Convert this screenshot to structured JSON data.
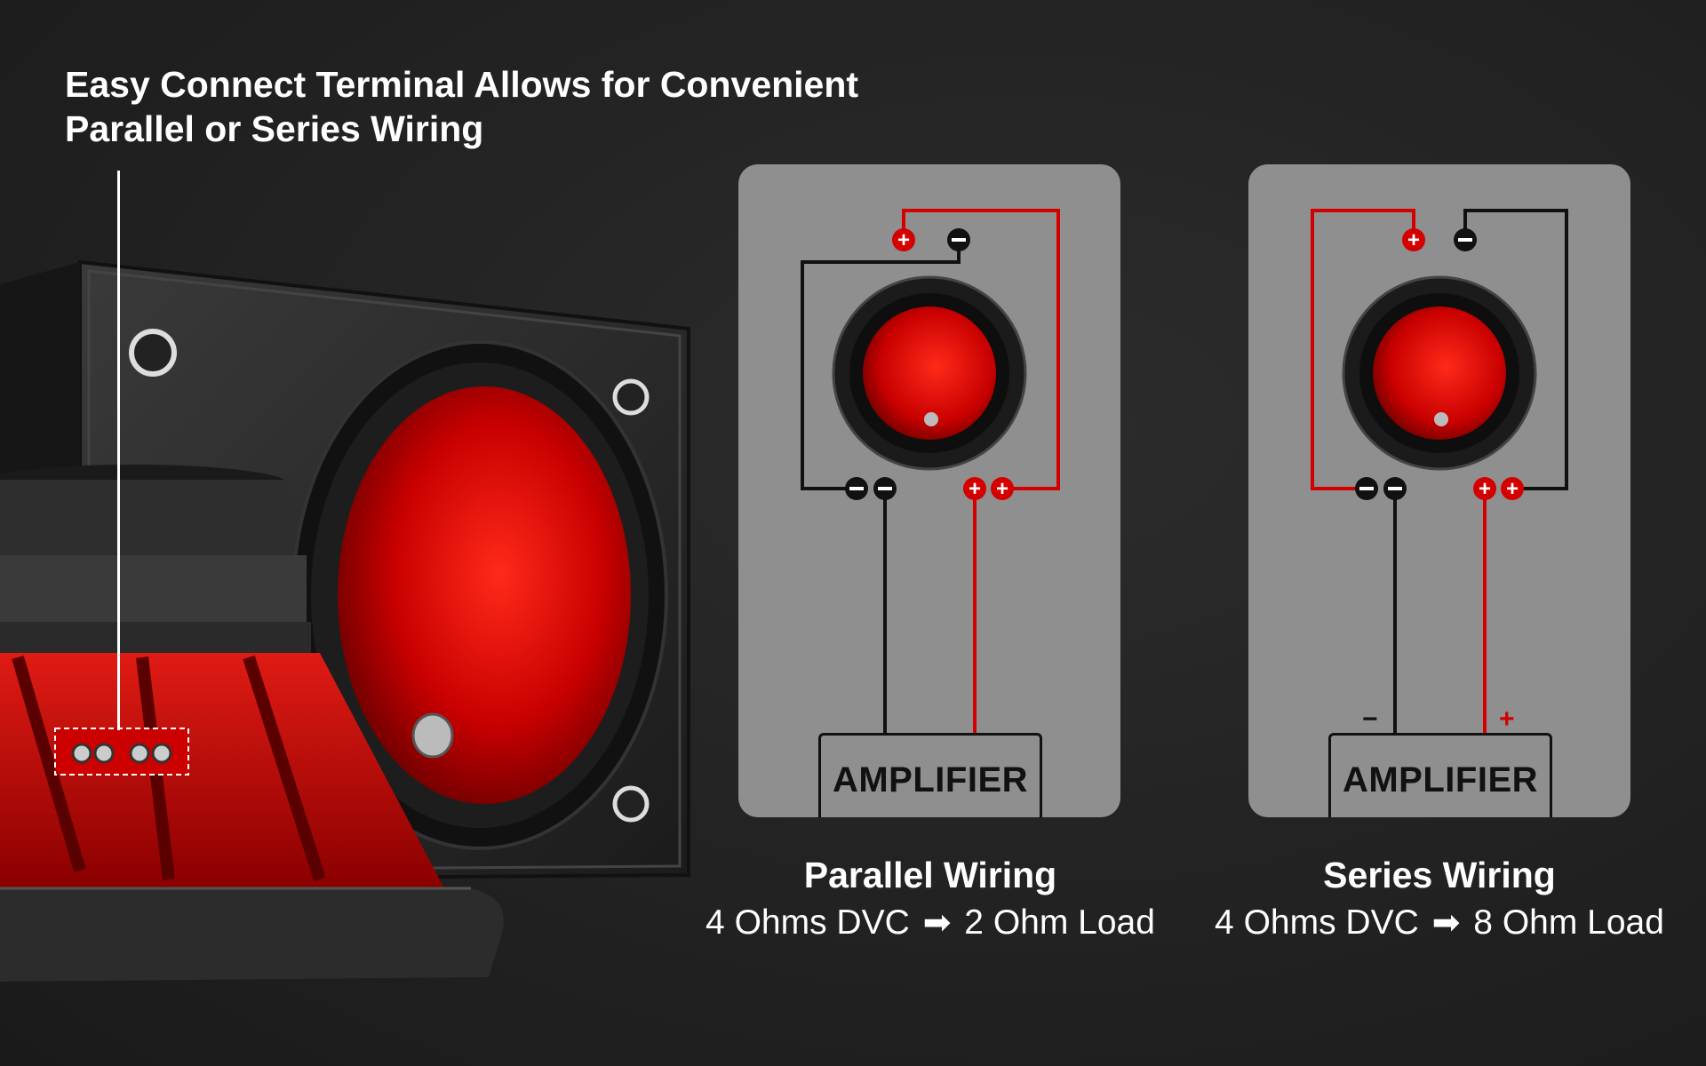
{
  "headline": {
    "line1": "Easy Connect Terminal Allows for Convenient",
    "line2": "Parallel or Series Wiring"
  },
  "colors": {
    "accent_red": "#d40000",
    "wire_black": "#111111",
    "panel_gray": "#8f8f8f",
    "background": "#222222"
  },
  "parallel": {
    "amplifier_label": "AMPLIFIER",
    "title": "Parallel Wiring",
    "spec_left": "4 Ohms DVC",
    "arrow": "➡",
    "spec_right": "2 Ohm Load"
  },
  "series": {
    "amplifier_label": "AMPLIFIER",
    "title": "Series Wiring",
    "spec_left": "4 Ohms DVC",
    "arrow": "➡",
    "spec_right": "8 Ohm Load",
    "amp_minus": "−",
    "amp_plus": "+"
  }
}
